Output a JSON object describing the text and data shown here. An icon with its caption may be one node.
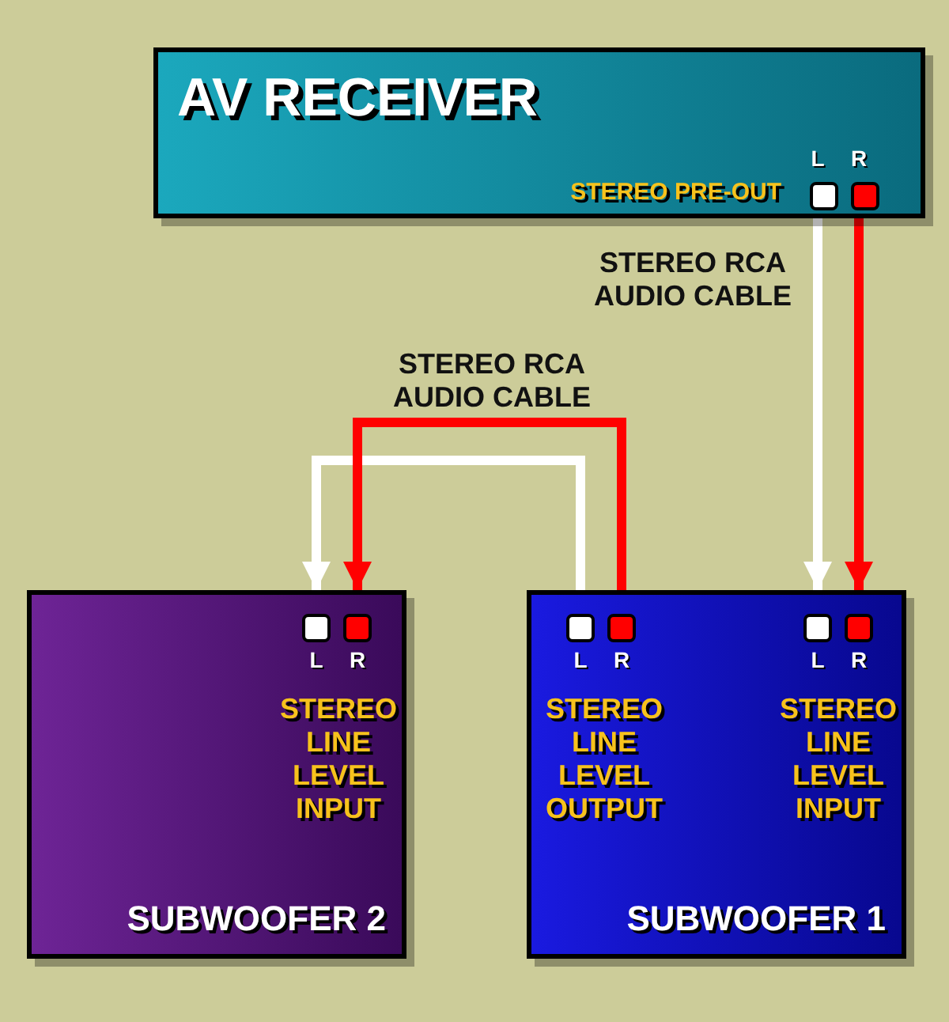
{
  "diagram": {
    "nodes": [
      {
        "text": [
          "AV RECEIVER",
          "STEREO PRE-OUT"
        ]
      },
      {
        "text": [],
        "shape": "box",
        "in": 0
      },
      {
        "text": [],
        "shape": "box",
        "in": 0
      },
      {
        "text": [
          "STEREO LINE LEVEL INPUT",
          "SUBWOOFER 2"
        ]
      },
      {
        "text": [],
        "shape": "box",
        "in": 3
      },
      {
        "text": [],
        "shape": "box",
        "in": 3
      },
      {
        "text": [
          "STEREO LINE LEVEL OUTPUT",
          "STEREO LINE LEVEL INPUT",
          "SUBWOOFER 1"
        ]
      },
      {
        "text": [],
        "shape": "box",
        "in": 6
      },
      {
        "text": [],
        "shape": "box",
        "in": 6
      },
      {
        "text": [],
        "shape": "box",
        "in": 6
      },
      {
        "text": [],
        "shape": "box",
        "in": 6
      }
    ],
    "edges": [
      {
        "from": 0,
        "to": 6,
        "arrow": "to",
        "color": "#ffffff",
        "label": "STEREO RCA AUDIO CABLE"
      },
      {
        "from": 0,
        "to": 6,
        "arrow": "to",
        "color": "#ff0000"
      },
      {
        "from": 6,
        "to": 3,
        "arrow": "to",
        "color": "#ffffff"
      },
      {
        "from": 6,
        "to": 3,
        "arrow": "to",
        "color": "#ff0000",
        "label": "STEREO RCA AUDIO CABLE"
      }
    ],
    "labels": [
      "L",
      "R",
      "L",
      "R",
      "L",
      "R",
      "L",
      "R"
    ]
  }
}
